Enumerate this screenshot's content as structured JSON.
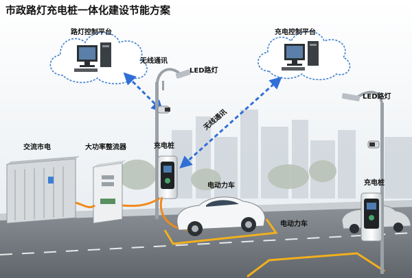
{
  "title": "市政路灯充电桩一体化建设节能方案",
  "labels": {
    "platform_left": "路灯控制平台",
    "platform_right": "充电控制平台",
    "wireless_top": "无线通讯",
    "wireless_diag": "无线通讯",
    "led_left": "LED路灯",
    "led_right": "LED路灯",
    "ac_power": "交流市电",
    "rectifier": "大功率整流器",
    "pile_left": "充电桩",
    "pile_right": "充电桩",
    "ev_top": "电动力车",
    "ev_bottom": "电动力车"
  },
  "colors": {
    "link_arrow": "#2f6fd6",
    "cable": "#f08a1c",
    "parking_line": "#f2b01e",
    "cloud_stroke": "#3d7fd1"
  }
}
